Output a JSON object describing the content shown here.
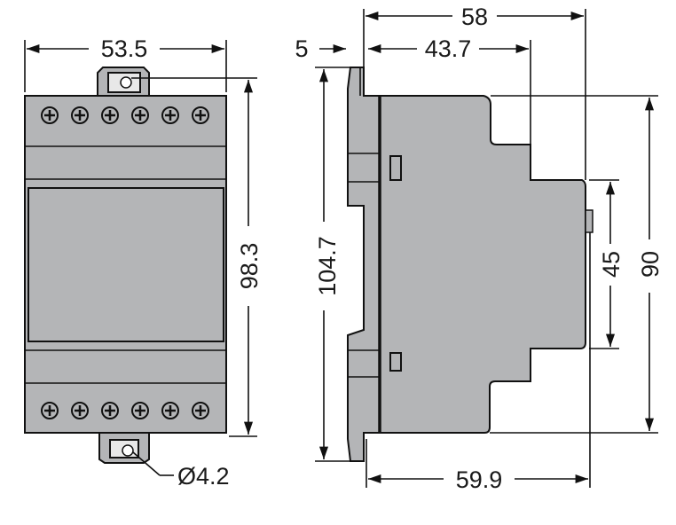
{
  "dimensions": {
    "front_width": "53.5",
    "front_height": "98.3",
    "hole_diameter": "Ø4.2",
    "clip_depth": "5",
    "side_depth_top": "58",
    "side_step_depth": "43.7",
    "total_height": "104.7",
    "body_height": "90",
    "front_face_height": "45",
    "total_depth": "59.9"
  },
  "colors": {
    "body": "#b4b5b7",
    "line": "#111111"
  }
}
